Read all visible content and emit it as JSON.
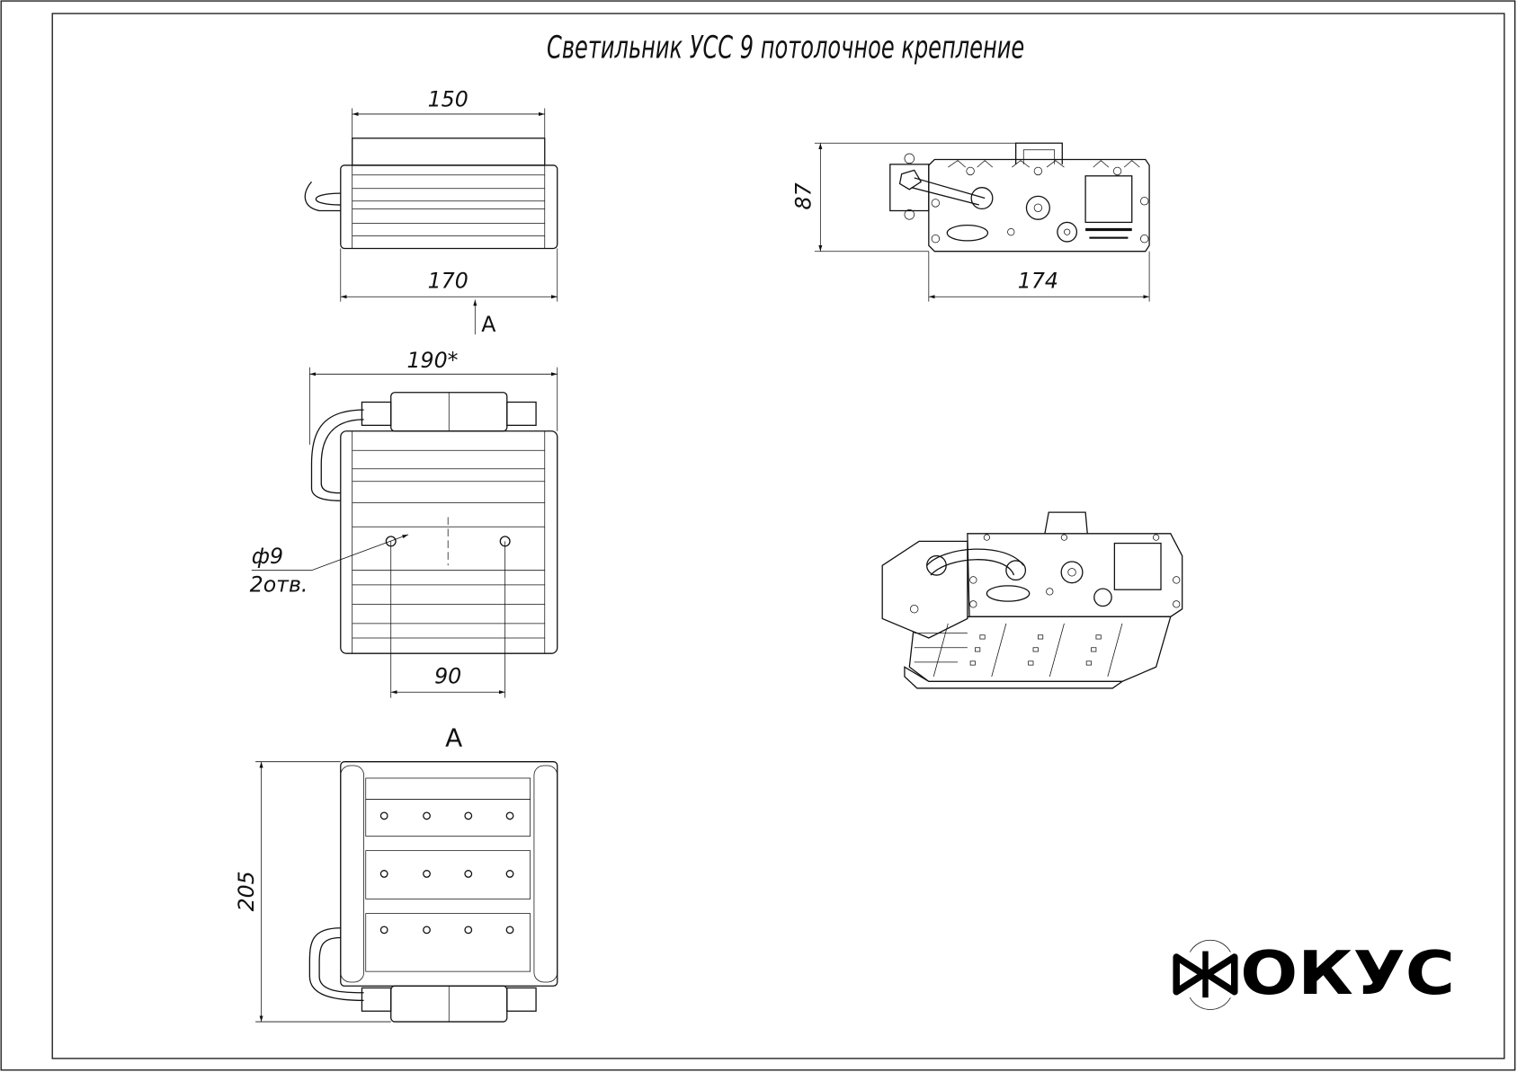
{
  "title": "Светильник УСС 9 потолочное крепление",
  "top_view": {
    "dim_inner": "150",
    "dim_outer": "170",
    "view_arrow_label": "A"
  },
  "plan_view": {
    "dim_width": "190*",
    "hole_diameter": "ф9",
    "hole_count": "2отв.",
    "dim_hole_spacing": "90"
  },
  "bottom_view": {
    "view_label": "A",
    "dim_length": "205"
  },
  "side_view": {
    "dim_height": "87",
    "dim_length": "174"
  },
  "logo": {
    "text": "ФОКУС"
  },
  "colors": {
    "line": "#111111",
    "background": "#ffffff"
  }
}
